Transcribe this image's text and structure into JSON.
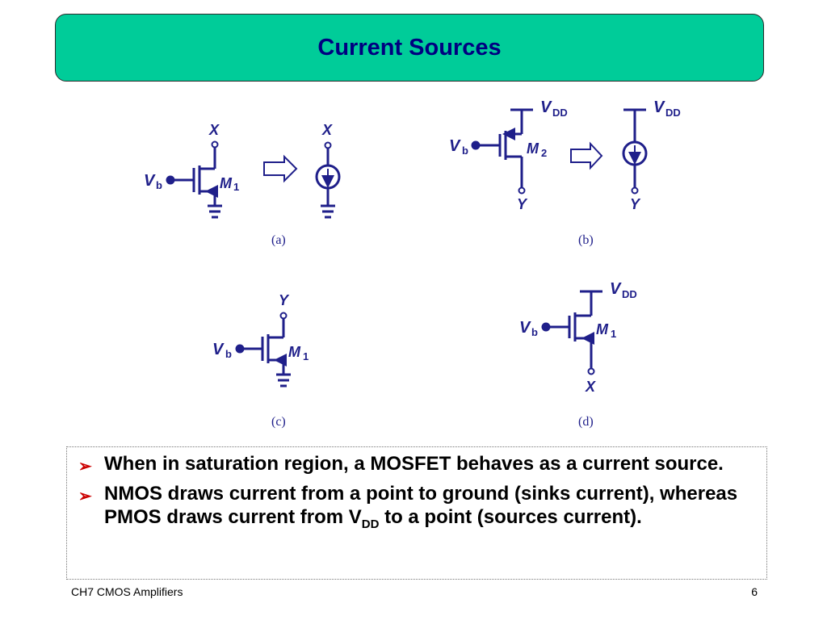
{
  "slide": {
    "title": "Current Sources"
  },
  "figures": {
    "a": {
      "caption": "(a)",
      "node_top": "X",
      "gate": "V",
      "gate_sub": "b",
      "device": "M",
      "device_sub": "1",
      "node_top2": "X"
    },
    "b": {
      "caption": "(b)",
      "supply": "V",
      "supply_sub": "DD",
      "supply2": "V",
      "supply2_sub": "DD",
      "gate": "V",
      "gate_sub": "b",
      "device": "M",
      "device_sub": "2",
      "node_bottom": "Y",
      "node_bottom2": "Y"
    },
    "c": {
      "caption": "(c)",
      "node_top": "Y",
      "gate": "V",
      "gate_sub": "b",
      "device": "M",
      "device_sub": "1"
    },
    "d": {
      "caption": "(d)",
      "supply": "V",
      "supply_sub": "DD",
      "gate": "V",
      "gate_sub": "b",
      "device": "M",
      "device_sub": "1",
      "node_bottom": "X"
    }
  },
  "bullets": {
    "item1": "When in saturation region, a MOSFET behaves as a current source.",
    "item2_pre": "NMOS draws current from a point to ground (sinks current), whereas PMOS draws current from V",
    "item2_sub": "DD",
    "item2_post": " to a point (sources current)."
  },
  "footer": {
    "left": "CH7 CMOS Amplifiers",
    "page": "6"
  },
  "colors": {
    "title_bg": "#00cc99",
    "title_text": "#000080",
    "circuit": "#1f1f8a",
    "bullet": "#cc0000"
  }
}
